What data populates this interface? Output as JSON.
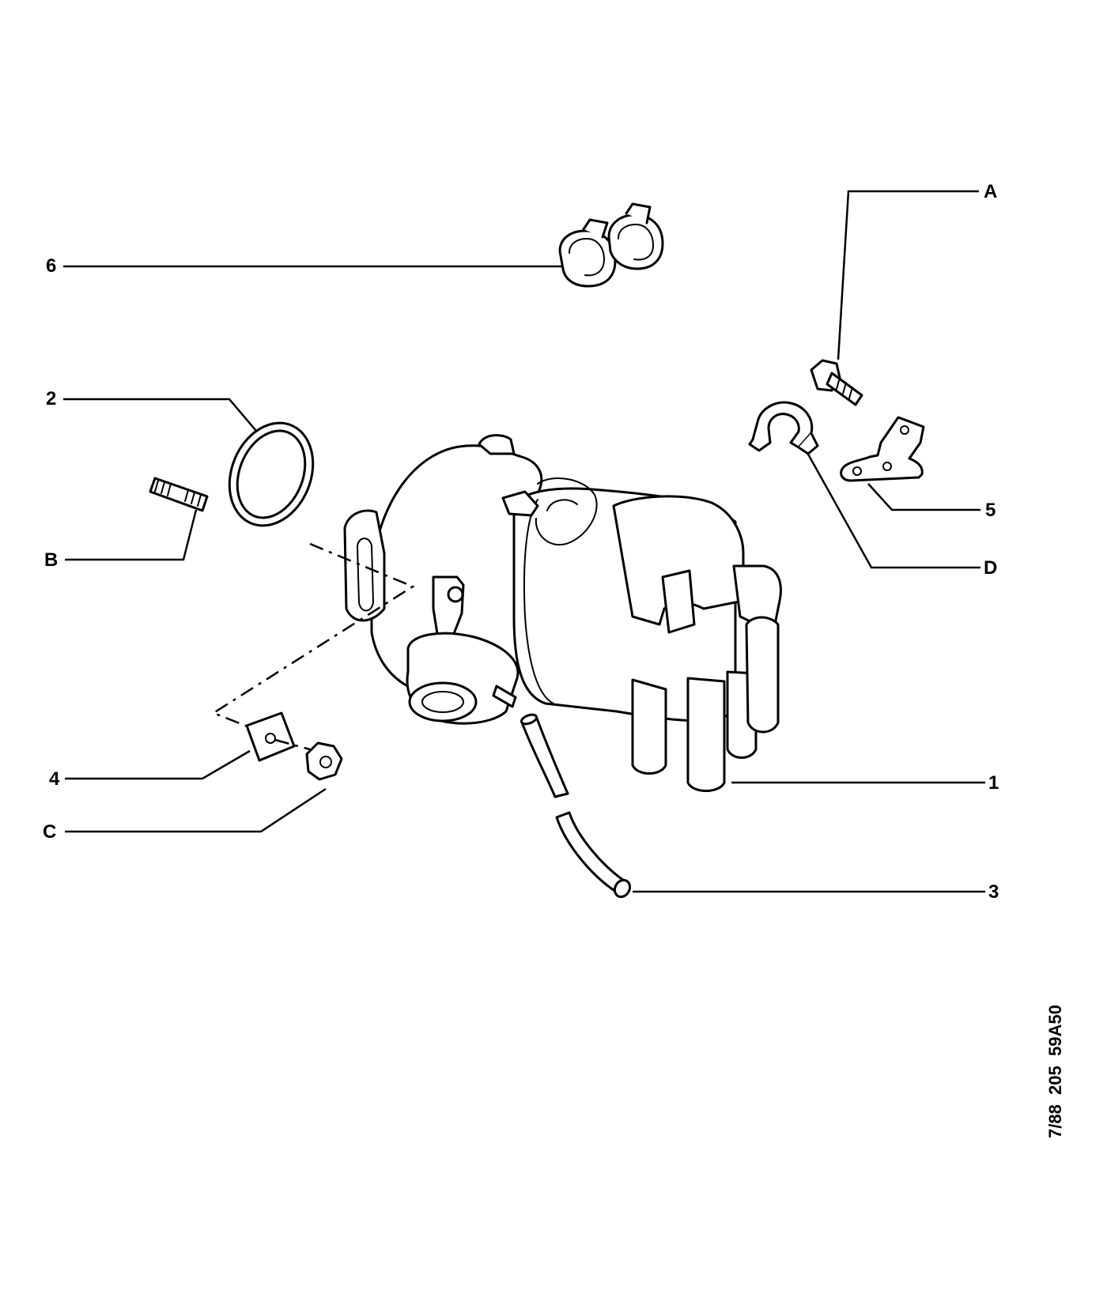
{
  "callouts": {
    "A": "A",
    "B": "B",
    "C": "C",
    "D": "D",
    "n1": "1",
    "n2": "2",
    "n3": "3",
    "n4": "4",
    "n5": "5",
    "n6": "6"
  },
  "reference": "7/88  205  59A50"
}
